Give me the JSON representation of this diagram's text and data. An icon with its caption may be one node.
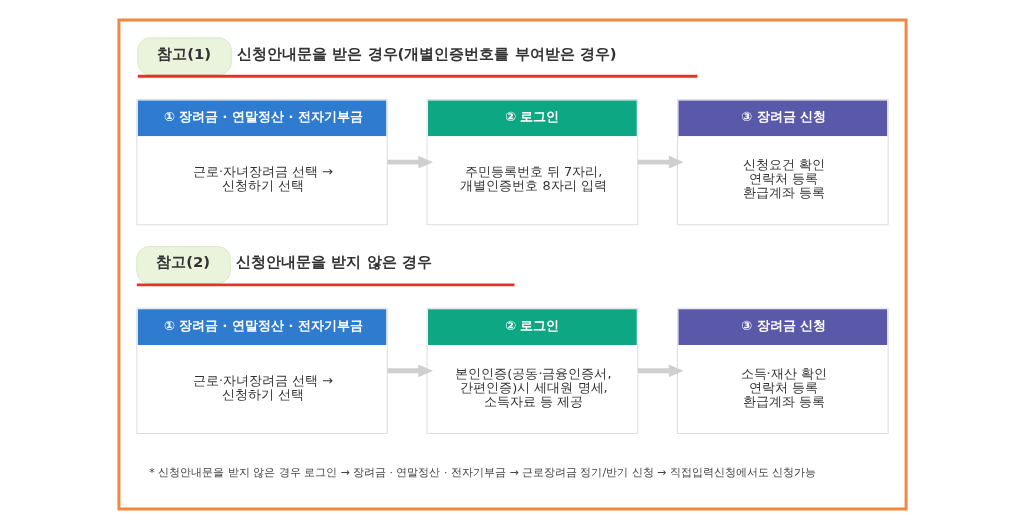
{
  "diagram": {
    "nodes": [
      {
        "text": [],
        "shape": "box"
      },
      {
        "text": [
          "참고(1)",
          "신청안내문을 받은 경우(개별인증번호를 부여받은 경우)"
        ],
        "in": 0
      },
      {
        "text": [
          "① 장려금 · 연말정산 · 전자기부금",
          "근로·자녀장려금 선택 → 신청하기 선택"
        ],
        "in": 0
      },
      {
        "text": [
          "② 로그인",
          "주민등록번호 뒤 7자리, 개별인증번호 8자리 입력"
        ],
        "in": 0
      },
      {
        "text": [
          "③ 장려금 신청",
          "신청요건 확인 연락처 등록 환급계좌 등록"
        ],
        "in": 0
      },
      {
        "text": [
          "참고(2)",
          "신청안내문을 받지 않은 경우"
        ],
        "in": 0
      },
      {
        "text": [
          "① 장려금 · 연말정산 · 전자기부금",
          "근로·자녀장려금 선택 → 신청하기 선택"
        ],
        "in": 0
      },
      {
        "text": [
          "② 로그인",
          "본인인증(공동·금융인증서, 간편인증)시 세대원 명세, 소득자료 등 제공"
        ],
        "in": 0
      },
      {
        "text": [
          "③ 장려금 신청",
          "소득·재산 확인 연락처 등록 환급계좌 등록"
        ],
        "in": 0
      }
    ],
    "edges": [
      {
        "from": 2,
        "to": 3,
        "arrow": "to"
      },
      {
        "from": 3,
        "to": 4,
        "arrow": "to"
      },
      {
        "from": 6,
        "to": 7,
        "arrow": "to"
      },
      {
        "from": 7,
        "to": 8,
        "arrow": "to"
      }
    ],
    "labels": [
      "* 신청안내문을 받지 않은 경우 로그인 → 장려금 · 연말정산 · 전자기부금 → 근로장려금 정기/반기 신청 → 직접입력신청에서도 신청가능"
    ]
  }
}
